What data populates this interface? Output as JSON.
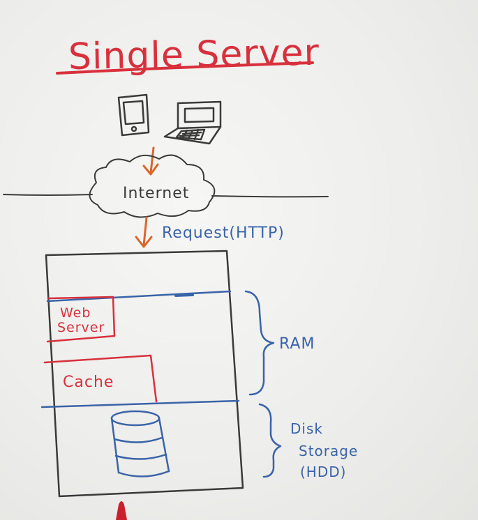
{
  "title": "Single Server",
  "network": {
    "label": "Internet"
  },
  "request": {
    "label": "Request(HTTP)"
  },
  "server": {
    "web_server_line1": "Web",
    "web_server_line2": "Server",
    "cache": "Cache"
  },
  "braces": {
    "ram": "RAM",
    "disk_line1": "Disk",
    "disk_line2": "Storage",
    "disk_line3": "(HDD)"
  },
  "colors": {
    "red_marker": "#d8303c",
    "blue_marker": "#3a63a8",
    "black_marker": "#3a3a3a",
    "orange_marker": "#d9662b"
  },
  "icons": [
    "phone-icon",
    "laptop-icon",
    "cloud-icon",
    "disk-cylinder-icon",
    "marker-pen-icon"
  ]
}
